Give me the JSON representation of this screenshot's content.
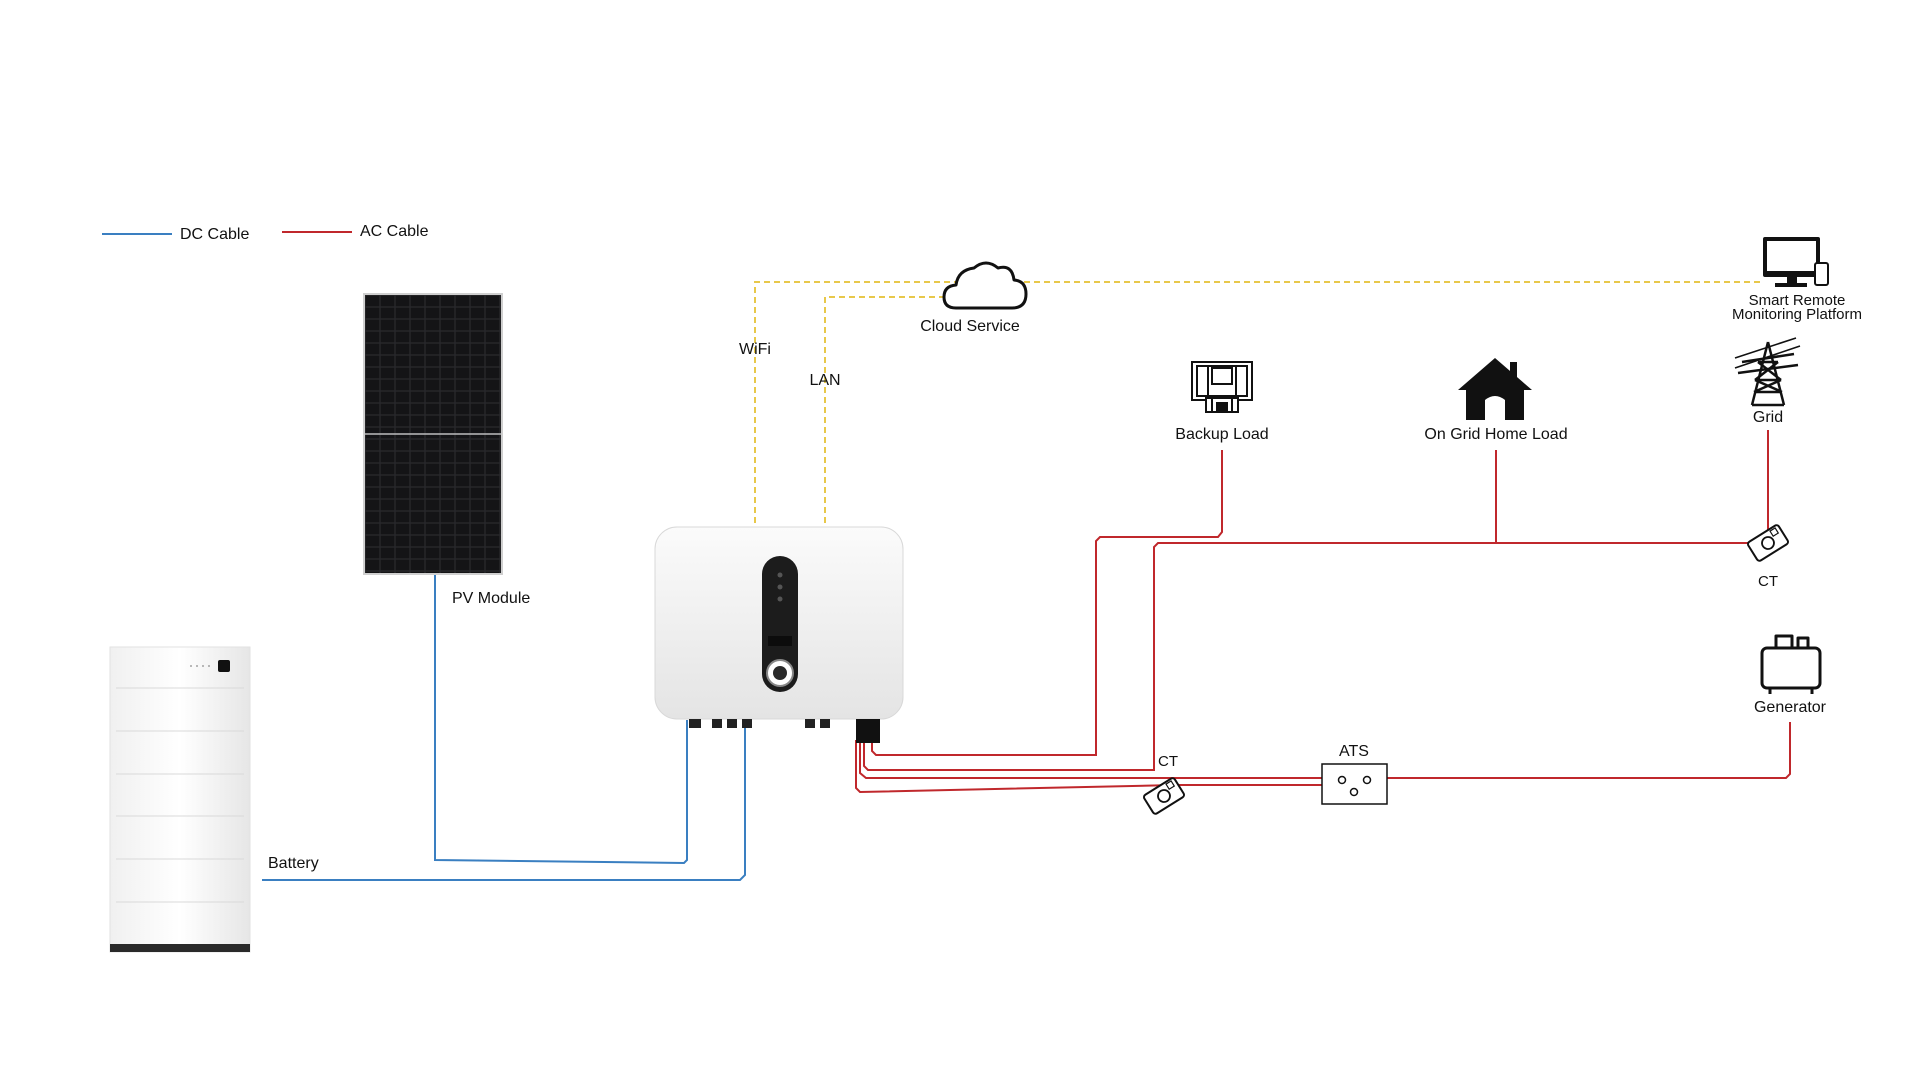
{
  "legend": {
    "dc_label": "DC Cable",
    "ac_label": "AC Cable"
  },
  "labels": {
    "cloud": "Cloud Service",
    "wifi": "WiFi",
    "lan": "LAN",
    "monitor_line1": "Smart Remote",
    "monitor_line2": "Monitoring Platform",
    "grid": "Grid",
    "backup_load": "Backup Load",
    "home_load": "On Grid Home Load",
    "pv": "PV Module",
    "battery": "Battery",
    "ct_grid": "CT",
    "ct_gen": "CT",
    "ats": "ATS",
    "generator": "Generator"
  },
  "colors": {
    "dc_cable": "#3a7fc1",
    "ac_cable": "#c0282c",
    "comm_link": "#e8c84a"
  },
  "icons": {
    "cloud": "cloud-icon",
    "monitor": "monitor-icon",
    "grid": "transmission-tower-icon",
    "backup_load": "appliance-icon",
    "home": "house-icon",
    "ct": "current-transformer-icon",
    "ats": "ats-box-icon",
    "generator": "generator-icon"
  }
}
